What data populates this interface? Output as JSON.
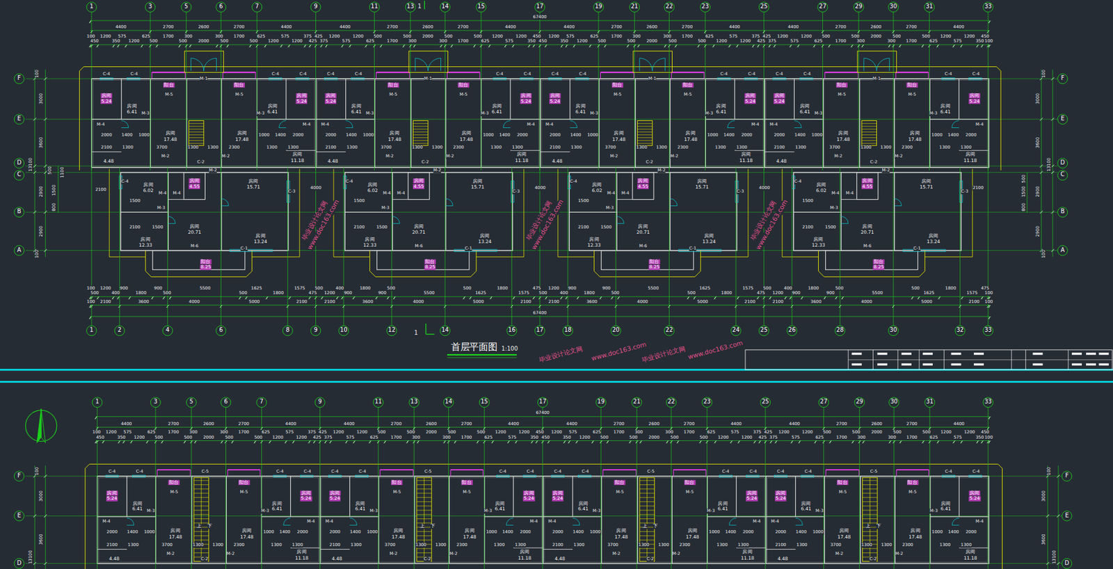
{
  "diagram": {
    "title": "首层平面图",
    "labels": [
      "67400",
      "4400",
      "2700",
      "2600",
      "2700",
      "4400",
      "4400",
      "2700",
      "2600",
      "2700",
      "4400",
      "4400",
      "2700",
      "2600",
      "2700",
      "4400",
      "4400",
      "2700",
      "2600",
      "2700",
      "4400",
      "100",
      "450",
      "1200",
      "350",
      "575",
      "1200",
      "625",
      "500",
      "1700",
      "500",
      "300",
      "2000",
      "300",
      "500",
      "1700",
      "500",
      "625",
      "1200",
      "575",
      "1200",
      "375",
      "425",
      "425",
      "375",
      "1200",
      "575",
      "1200",
      "625",
      "500",
      "1700",
      "500",
      "300",
      "2000",
      "300",
      "500",
      "1700",
      "500",
      "625",
      "1200",
      "575",
      "1200",
      "350",
      "450",
      "450",
      "1200",
      "350",
      "575",
      "1200",
      "625",
      "500",
      "1700",
      "500",
      "300",
      "2000",
      "300",
      "500",
      "1700",
      "500",
      "625",
      "1200",
      "575",
      "1200",
      "375",
      "425",
      "425",
      "375",
      "1200",
      "575",
      "1200",
      "625",
      "500",
      "1700",
      "500",
      "300",
      "2000",
      "300",
      "500",
      "1700",
      "500",
      "625",
      "1200",
      "575",
      "1200",
      "350",
      "450",
      "100",
      "1",
      "3",
      "5",
      "6",
      "7",
      "9",
      "11",
      "13",
      "14",
      "15",
      "17",
      "19",
      "21",
      "22",
      "23",
      "25",
      "27",
      "29",
      "30",
      "31",
      "33",
      "1",
      "2",
      "4",
      "6",
      "8",
      "9",
      "10",
      "12",
      "14",
      "16",
      "17",
      "18",
      "20",
      "22",
      "24",
      "25",
      "26",
      "28",
      "30",
      "32",
      "33",
      "100",
      "2100",
      "3600",
      "4000",
      "5000",
      "2100",
      "2100",
      "3600",
      "4000",
      "5000",
      "2100",
      "2100",
      "3600",
      "4000",
      "5000",
      "2100",
      "2100",
      "3600",
      "4000",
      "5000",
      "2100",
      "100",
      "100",
      "500",
      "1200",
      "400",
      "900",
      "1800",
      "900",
      "500",
      "5500",
      "500",
      "1625",
      "1800",
      "1575",
      "475",
      "500",
      "1200",
      "400",
      "900",
      "1800",
      "900",
      "500",
      "5500",
      "500",
      "1625",
      "1800",
      "1575",
      "475",
      "500",
      "1200",
      "400",
      "900",
      "1800",
      "900",
      "500",
      "5500",
      "500",
      "1625",
      "1800",
      "1575",
      "475",
      "500",
      "1200",
      "400",
      "900",
      "1800",
      "900",
      "500",
      "5500",
      "500",
      "1625",
      "1800",
      "1575",
      "475",
      "100",
      "67400",
      "F",
      "E",
      "D",
      "C",
      "B",
      "A",
      "F",
      "E",
      "D",
      "C",
      "B",
      "A",
      "100",
      "3000",
      "3600",
      "13100",
      "1100",
      "500",
      "2900",
      "800",
      "1500",
      "2900",
      "100",
      "100",
      "3000",
      "3600",
      "13100",
      "500",
      "1500",
      "2900",
      "800",
      "2900",
      "100",
      "C-4",
      "C-4",
      "房间",
      "5.24",
      "房间",
      "6.41",
      "阳台",
      "M-5",
      "房间",
      "17.48",
      "M-4",
      "M-3",
      "2000",
      "1400",
      "1000",
      "2100",
      "1300",
      "3700",
      "1300",
      "1300",
      "M-2",
      "M-2",
      "4.48",
      "阳台",
      "M-5",
      "房间",
      "17.48",
      "M-3",
      "C-4",
      "C-4",
      "房间",
      "6.41",
      "房间",
      "5.24",
      "1000",
      "1400",
      "2000",
      "2300",
      "1300",
      "1300",
      "房间",
      "11.18",
      "M-4",
      "M-1",
      "C-2",
      "M-2",
      "房间",
      "6.02",
      "M-4",
      "M-4",
      "房间",
      "4.55",
      "房间",
      "15.71",
      "C-3",
      "C-4",
      "1500",
      "M-3",
      "2100",
      "1500",
      "房间",
      "20.71",
      "房间",
      "12.33",
      "M-6",
      "房间",
      "13.24",
      "C-1",
      "阳台",
      "8.25",
      "C-4",
      "C-4",
      "房间",
      "5.24",
      "房间",
      "6.41",
      "阳台",
      "M-5",
      "房间",
      "17.48",
      "M-4",
      "M-3",
      "2000",
      "1400",
      "1000",
      "2100",
      "1300",
      "3700",
      "1300",
      "1300",
      "M-2",
      "M-2",
      "4.48",
      "阳台",
      "M-5",
      "房间",
      "17.48",
      "M-3",
      "C-4",
      "C-4",
      "房间",
      "6.41",
      "房间",
      "5.24",
      "1000",
      "1400",
      "2000",
      "2300",
      "1300",
      "1300",
      "房间",
      "11.18",
      "M-4",
      "M-1",
      "C-2",
      "M-2",
      "房间",
      "6.02",
      "M-4",
      "M-4",
      "房间",
      "4.55",
      "房间",
      "15.71",
      "C-3",
      "C-4",
      "1500",
      "M-3",
      "2100",
      "1500",
      "房间",
      "20.71",
      "房间",
      "12.33",
      "M-6",
      "房间",
      "13.24",
      "C-1",
      "阳台",
      "8.25",
      "C-4",
      "C-4",
      "房间",
      "5.24",
      "房间",
      "6.41",
      "阳台",
      "M-5",
      "房间",
      "17.48",
      "M-4",
      "M-3",
      "2000",
      "1400",
      "1000",
      "2100",
      "1300",
      "3700",
      "1300",
      "1300",
      "M-2",
      "M-2",
      "4.48",
      "阳台",
      "M-5",
      "房间",
      "17.48",
      "M-3",
      "C-4",
      "C-4",
      "房间",
      "6.41",
      "房间",
      "5.24",
      "1000",
      "1400",
      "2000",
      "2300",
      "1300",
      "1300",
      "房间",
      "11.18",
      "M-4",
      "M-1",
      "C-2",
      "M-2",
      "房间",
      "6.02",
      "M-4",
      "M-4",
      "房间",
      "4.55",
      "房间",
      "15.71",
      "C-3",
      "C-4",
      "1500",
      "M-3",
      "2100",
      "1500",
      "房间",
      "20.71",
      "房间",
      "12.33",
      "M-6",
      "房间",
      "13.24",
      "C-1",
      "阳台",
      "8.25",
      "C-4",
      "C-4",
      "房间",
      "5.24",
      "房间",
      "6.41",
      "阳台",
      "M-5",
      "房间",
      "17.48",
      "M-4",
      "M-3",
      "2000",
      "1400",
      "1000",
      "2100",
      "1300",
      "3700",
      "1300",
      "1300",
      "M-2",
      "M-2",
      "4.48",
      "阳台",
      "M-5",
      "房间",
      "17.48",
      "M-3",
      "C-4",
      "C-4",
      "房间",
      "6.41",
      "房间",
      "5.24",
      "1000",
      "1400",
      "2000",
      "2300",
      "1300",
      "1300",
      "房间",
      "11.18",
      "M-4",
      "M-1",
      "C-2",
      "M-2",
      "房间",
      "6.02",
      "M-4",
      "M-4",
      "房间",
      "4.55",
      "房间",
      "15.71",
      "C-3",
      "C-4",
      "1500",
      "M-3",
      "2100",
      "1500",
      "房间",
      "20.71",
      "房间",
      "12.33",
      "M-6",
      "房间",
      "13.24",
      "C-1",
      "阳台",
      "8.25",
      "2100",
      "4000",
      "4000",
      "4000",
      "2100",
      "1",
      "1",
      "1:100",
      "67400",
      "4400",
      "2700",
      "2600",
      "2700",
      "4400",
      "4400",
      "2700",
      "2600",
      "2700",
      "4400",
      "4400",
      "2700",
      "2600",
      "2700",
      "4400",
      "4400",
      "2700",
      "2600",
      "2700",
      "4400",
      "100",
      "450",
      "1200",
      "350",
      "575",
      "1200",
      "625",
      "500",
      "1700",
      "500",
      "300",
      "2000",
      "300",
      "500",
      "1700",
      "500",
      "625",
      "1200",
      "575",
      "1200",
      "375",
      "425",
      "425",
      "375",
      "1200",
      "575",
      "1200",
      "625",
      "500",
      "1700",
      "500",
      "300",
      "2000",
      "300",
      "500",
      "1700",
      "500",
      "625",
      "1200",
      "575",
      "1200",
      "350",
      "450",
      "450",
      "1200",
      "350",
      "575",
      "1200",
      "625",
      "500",
      "1700",
      "500",
      "300",
      "2000",
      "300",
      "500",
      "1700",
      "500",
      "625",
      "1200",
      "575",
      "1200",
      "375",
      "425",
      "425",
      "375",
      "1200",
      "575",
      "1200",
      "625",
      "500",
      "1700",
      "500",
      "300",
      "2000",
      "300",
      "500",
      "1700",
      "500",
      "625",
      "1200",
      "575",
      "1200",
      "350",
      "450",
      "100",
      "1",
      "3",
      "5",
      "6",
      "7",
      "9",
      "11",
      "13",
      "14",
      "15",
      "17",
      "19",
      "21",
      "22",
      "23",
      "25",
      "27",
      "29",
      "30",
      "31",
      "33",
      "F",
      "E",
      "D",
      "F",
      "E",
      "D",
      "100",
      "3000",
      "3600",
      "13100",
      "100",
      "3000",
      "3600",
      "13100",
      "C-4",
      "C-4",
      "房间",
      "5.24",
      "房间",
      "6.41",
      "阳台",
      "M-5",
      "房间",
      "17.48",
      "M-4",
      "M-3",
      "2000",
      "1400",
      "1000",
      "2100",
      "1300",
      "3700",
      "1300",
      "1300",
      "M-2",
      "M-2",
      "4.48",
      "阳台",
      "M-5",
      "房间",
      "17.48",
      "M-3",
      "C-4",
      "C-4",
      "房间",
      "6.41",
      "房间",
      "5.24",
      "1000",
      "1400",
      "2000",
      "2300",
      "1300",
      "1300",
      "房间",
      "11.18",
      "M-4",
      "C-5",
      "上",
      "下",
      "C-2",
      "C-4",
      "C-4",
      "房间",
      "5.24",
      "房间",
      "6.41",
      "阳台",
      "M-5",
      "房间",
      "17.48",
      "M-4",
      "M-3",
      "2000",
      "1400",
      "1000",
      "2100",
      "1300",
      "3700",
      "1300",
      "1300",
      "M-2",
      "M-2",
      "4.48",
      "阳台",
      "M-5",
      "房间",
      "17.48",
      "M-3",
      "C-4",
      "C-4",
      "房间",
      "6.41",
      "房间",
      "5.24",
      "1000",
      "1400",
      "2000",
      "2300",
      "1300",
      "1300",
      "房间",
      "11.18",
      "M-4",
      "C-5",
      "上",
      "下",
      "C-2",
      "C-4",
      "C-4",
      "房间",
      "5.24",
      "房间",
      "6.41",
      "阳台",
      "M-5",
      "房间",
      "17.48",
      "M-4",
      "M-3",
      "2000",
      "1400",
      "1000",
      "2100",
      "1300",
      "3700",
      "1300",
      "1300",
      "M-2",
      "M-2",
      "4.48",
      "阳台",
      "M-5",
      "房间",
      "17.48",
      "M-3",
      "C-4",
      "C-4",
      "房间",
      "6.41",
      "房间",
      "5.24",
      "1000",
      "1400",
      "2000",
      "2300",
      "1300",
      "1300",
      "房间",
      "11.18",
      "M-4",
      "C-5",
      "上",
      "下",
      "C-2",
      "C-4",
      "C-4",
      "房间",
      "5.24",
      "房间",
      "6.41",
      "阳台",
      "M-5",
      "房间",
      "17.48",
      "M-4",
      "M-3",
      "2000",
      "1400",
      "1000",
      "2100",
      "1300",
      "3700",
      "1300",
      "1300",
      "M-2",
      "M-2",
      "4.48",
      "阳台",
      "M-5",
      "房间",
      "17.48",
      "M-3",
      "C-4",
      "C-4",
      "房间",
      "6.41",
      "房间",
      "5.24",
      "1000",
      "1400",
      "2000",
      "2300",
      "1300",
      "1300",
      "房间",
      "11.18",
      "M-4",
      "C-5",
      "上",
      "下",
      "C-2",
      "毕业设计论文网",
      "www.doc163.com",
      "毕业设计论文网",
      "www.doc163.com",
      "毕业设计论文网",
      "www.doc163.com",
      "毕业设计论文网",
      "www.doc163.com",
      "毕业设计论文网",
      "www.doc163.com"
    ]
  }
}
